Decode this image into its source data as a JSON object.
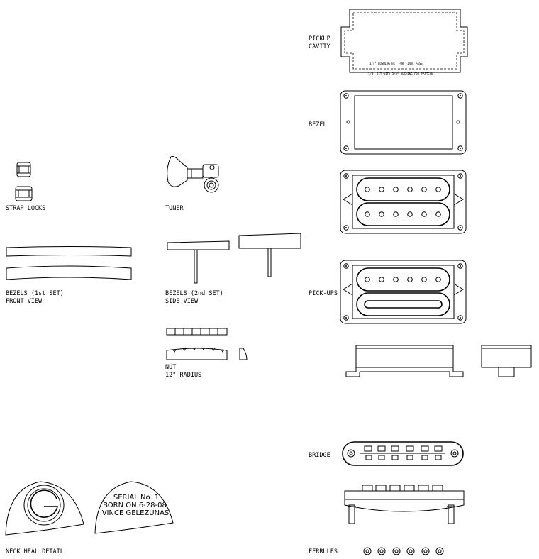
{
  "labels": {
    "pickup_cavity_1": "PICKUP",
    "pickup_cavity_2": "CAVITY",
    "bezel": "BEZEL",
    "strap_locks": "STRAP LOCKS",
    "tuner": "TUNER",
    "bezels_1st_1": "BEZELS (1st SET)",
    "bezels_1st_2": "FRONT VIEW",
    "bezels_2nd_1": "BEZELS (2nd SET)",
    "bezels_2nd_2": "SIDE VIEW",
    "pickups": "PICK-UPS",
    "nut_1": "NUT",
    "nut_2": "12\" RADIUS",
    "bridge": "BRIDGE",
    "neck_heal": "NECK HEAL DETAIL",
    "ferrules": "FERRULES"
  },
  "cavity_notes": {
    "inner": "1/4\" BUSHING BIT FOR FINAL PASS",
    "outer": "1/4\" BIT WITH 3/8\" BUSHING FOR PATTERN"
  },
  "stamp": {
    "line1": "SERIAL No. 1",
    "line2": "BORN ON 6-28-08",
    "line3": "VINCE GELEZUNAS"
  },
  "logo_letter": "G"
}
